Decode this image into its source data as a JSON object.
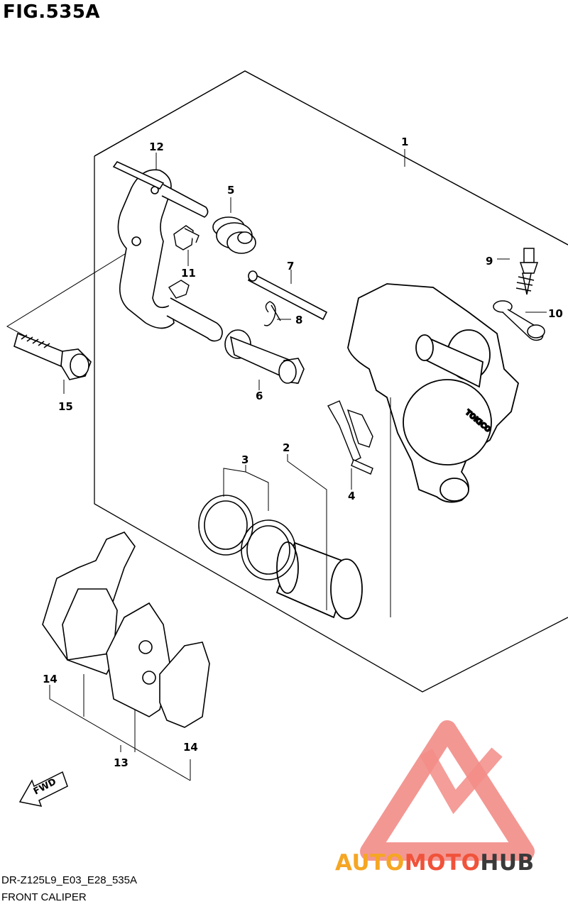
{
  "figure": {
    "title": "FIG.535A",
    "model_code": "DR-Z125L9_E03_E28_535A",
    "caption": "FRONT CALIPER"
  },
  "parts": [
    {
      "id": "1"
    },
    {
      "id": "2"
    },
    {
      "id": "3"
    },
    {
      "id": "4"
    },
    {
      "id": "5"
    },
    {
      "id": "6"
    },
    {
      "id": "7"
    },
    {
      "id": "8"
    },
    {
      "id": "9"
    },
    {
      "id": "10"
    },
    {
      "id": "11"
    },
    {
      "id": "12"
    },
    {
      "id": "13"
    },
    {
      "id": "14"
    },
    {
      "id": "14"
    },
    {
      "id": "15"
    }
  ],
  "caliper_brand": "TOKICO",
  "direction_marker": "FWD",
  "watermark": {
    "part1": "AUTO",
    "part2": "MOTO",
    "part3": "HUB",
    "colors": {
      "auto": "#f5a623",
      "moto": "#f0533a",
      "hub": "#3a3a3a",
      "triangle": "#f28c87"
    }
  }
}
